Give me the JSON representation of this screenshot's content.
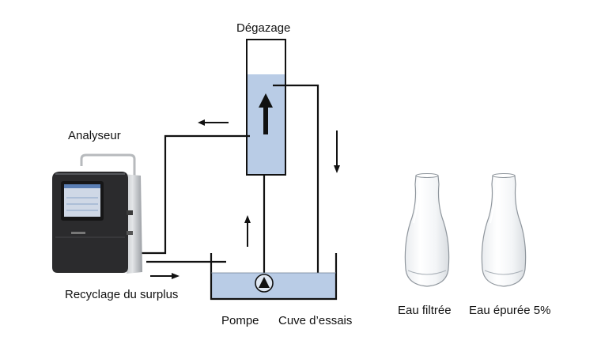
{
  "labels": {
    "degassing": "Dégazage",
    "analyzer": "Analyseur",
    "recycling": "Recyclage du surplus",
    "pump": "Pompe",
    "test_tank": "Cuve d’essais",
    "filtered_water": "Eau filtrée",
    "purified_water": "Eau épurée 5%"
  },
  "colors": {
    "water": "#b9cce6",
    "line": "#111111",
    "device_body": "#2b2b2d",
    "screen": "#cfd8e6"
  },
  "icons": {
    "pump_symbol": "triangle-in-circle-icon",
    "flow_arrow": "arrow-icon",
    "carafe": "glass-carafe-icon"
  }
}
